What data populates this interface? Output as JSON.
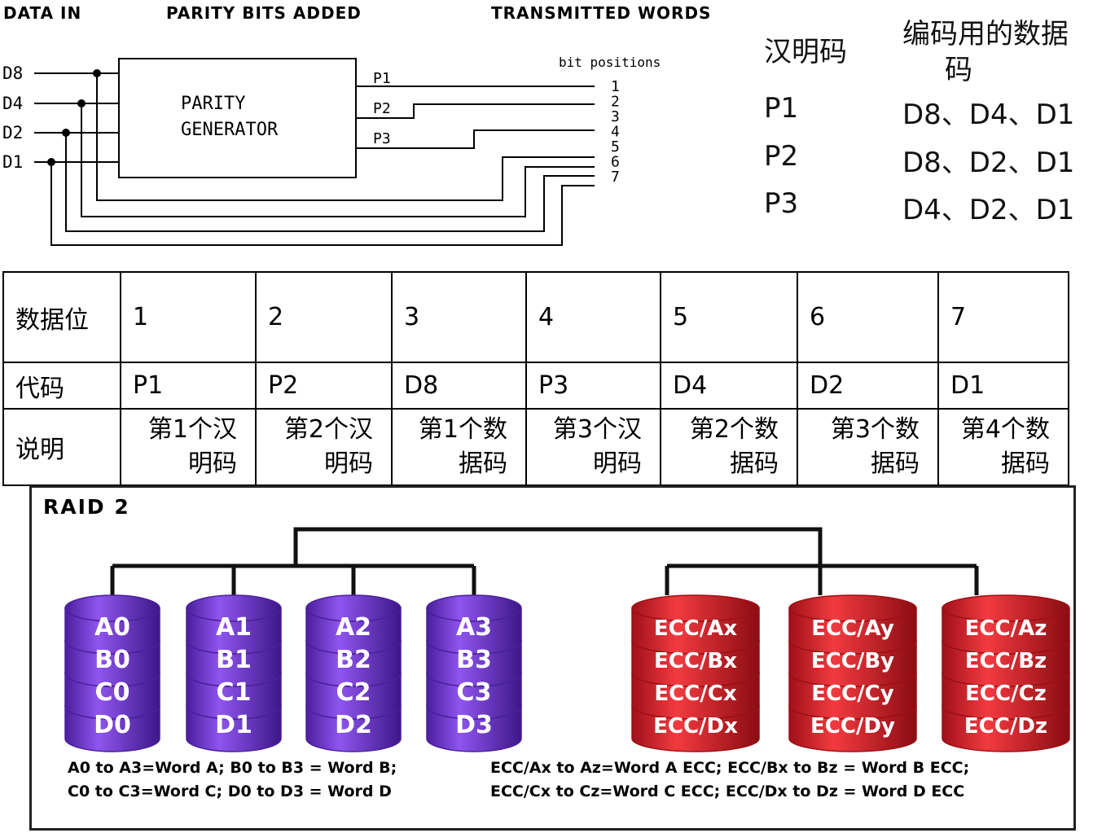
{
  "parity_diagram": {
    "headers": {
      "data_in": "DATA IN",
      "parity_added": "PARITY BITS ADDED",
      "transmitted": "TRANSMITTED WORDS"
    },
    "inputs": [
      "D8",
      "D4",
      "D2",
      "D1"
    ],
    "generator": {
      "line1": "PARITY",
      "line2": "GENERATOR"
    },
    "parity_outputs": [
      "P1",
      "P2",
      "P3"
    ],
    "bit_positions_label": "bit positions",
    "bit_positions": [
      "1",
      "2",
      "3",
      "4",
      "5",
      "6",
      "7"
    ]
  },
  "mapping": {
    "header_left": "汉明码",
    "header_right_line1": "编码用的数据",
    "header_right_line2": "码",
    "rows": [
      {
        "code": "P1",
        "data": "D8、D4、D1"
      },
      {
        "code": "P2",
        "data": "D8、D2、D1"
      },
      {
        "code": "P3",
        "data": "D4、D2、D1"
      }
    ]
  },
  "bit_table": {
    "row_headers": [
      "数据位",
      "代码",
      "说明"
    ],
    "columns": [
      {
        "position": "1",
        "code": "P1",
        "desc1": "第1个汉",
        "desc2": "明码"
      },
      {
        "position": "2",
        "code": "P2",
        "desc1": "第2个汉",
        "desc2": "明码"
      },
      {
        "position": "3",
        "code": "D8",
        "desc1": "第1个数",
        "desc2": "据码"
      },
      {
        "position": "4",
        "code": "P3",
        "desc1": "第3个汉",
        "desc2": "明码"
      },
      {
        "position": "5",
        "code": "D4",
        "desc1": "第2个数",
        "desc2": "据码"
      },
      {
        "position": "6",
        "code": "D2",
        "desc1": "第3个数",
        "desc2": "据码"
      },
      {
        "position": "7",
        "code": "D1",
        "desc1": "第4个数",
        "desc2": "据码"
      }
    ]
  },
  "raid": {
    "title": "RAID 2",
    "colors": {
      "data_disk": "#7a3fd6",
      "data_disk_dark": "#4a1f9c",
      "ecc_disk": "#e8202a",
      "ecc_disk_dark": "#9c0f14"
    },
    "data_disks": [
      [
        "A0",
        "B0",
        "C0",
        "D0"
      ],
      [
        "A1",
        "B1",
        "C1",
        "D1"
      ],
      [
        "A2",
        "B2",
        "C2",
        "D2"
      ],
      [
        "A3",
        "B3",
        "C3",
        "D3"
      ]
    ],
    "ecc_disks": [
      [
        "ECC/Ax",
        "ECC/Bx",
        "ECC/Cx",
        "ECC/Dx"
      ],
      [
        "ECC/Ay",
        "ECC/By",
        "ECC/Cy",
        "ECC/Dy"
      ],
      [
        "ECC/Az",
        "ECC/Bz",
        "ECC/Cz",
        "ECC/Dz"
      ]
    ],
    "caption_left": [
      "A0 to A3=Word A; B0 to B3 = Word B;",
      "C0 to C3=Word C; D0 to D3 = Word D"
    ],
    "caption_right": [
      "ECC/Ax to Az=Word A ECC; ECC/Bx to Bz = Word B ECC;",
      "ECC/Cx to Cz=Word C ECC; ECC/Dx to Dz = Word D ECC"
    ]
  }
}
